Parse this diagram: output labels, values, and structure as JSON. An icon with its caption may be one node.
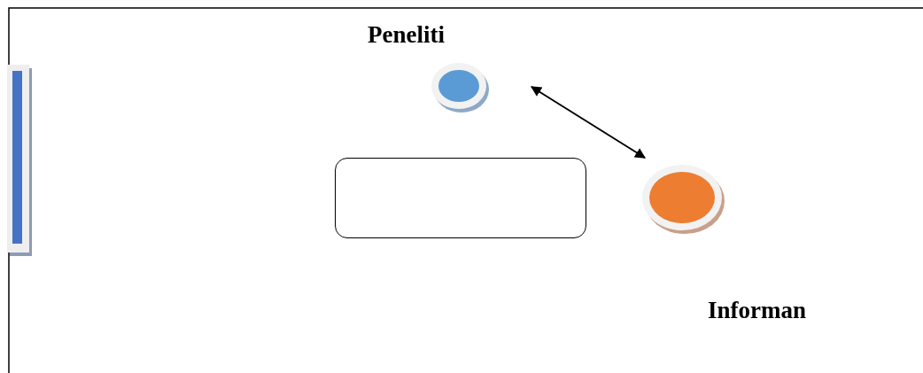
{
  "diagram": {
    "nodes": [
      {
        "text": [
          "Peneliti"
        ]
      },
      {
        "text": [
          "Informan"
        ]
      },
      {
        "text": [],
        "shape": "box"
      }
    ],
    "edges": [
      {
        "from": 0,
        "to": 1,
        "arrow": "both"
      }
    ]
  }
}
